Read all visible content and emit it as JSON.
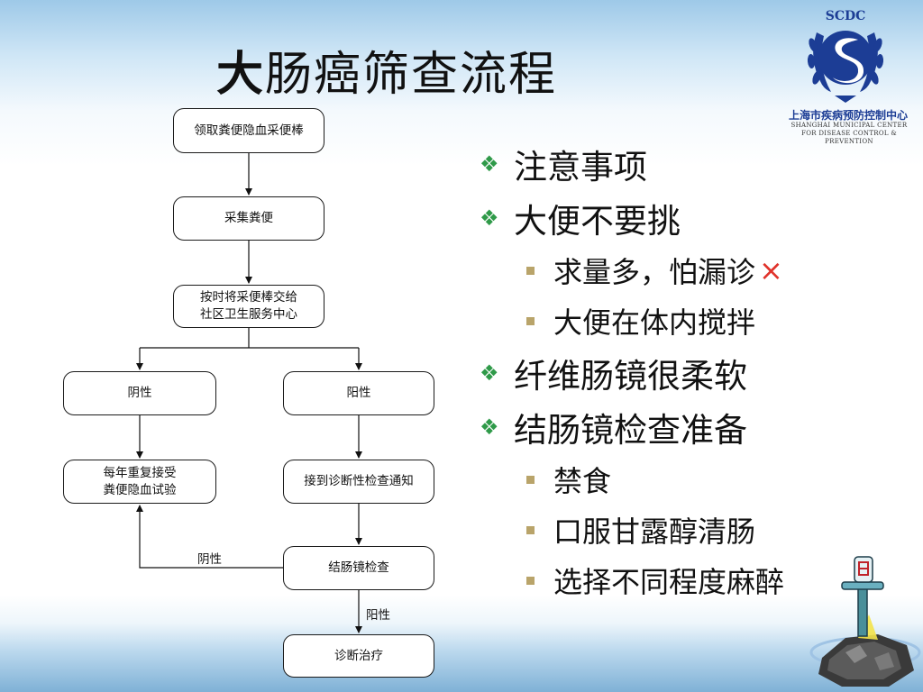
{
  "title": {
    "first": "大",
    "rest": "肠癌筛查流程"
  },
  "logo": {
    "abbr": "SCDC",
    "org_cn": "上海市疾病预防控制中心",
    "org_en_line1": "SHANGHAI MUNICIPAL CENTER",
    "org_en_line2": "FOR DISEASE CONTROL & PREVENTION"
  },
  "flowchart": {
    "nodes": {
      "n1": "领取粪便隐血采便棒",
      "n2": "采集粪便",
      "n3": "按时将采便棒交给\n社区卫生服务中心",
      "n4": "阴性",
      "n5": "阳性",
      "n6": "每年重复接受\n粪便隐血试验",
      "n7": "接到诊断性检查通知",
      "n8": "结肠镜检查",
      "n9": "诊断治疗"
    },
    "edge_labels": {
      "back_negative": "阴性",
      "down_positive": "阳性"
    }
  },
  "notes": {
    "marker_color": "#2f9a49",
    "sub_marker_color": "#b9a46a",
    "items": [
      {
        "text": "注意事项"
      },
      {
        "text": "大便不要挑",
        "subs": [
          {
            "text": "求量多，怕漏诊",
            "cross": "×"
          },
          {
            "text": "大便在体内搅拌"
          }
        ]
      },
      {
        "text": "纤维肠镜很柔软"
      },
      {
        "text": "结肠镜检查准备",
        "subs": [
          {
            "text": "禁食"
          },
          {
            "text": "口服甘露醇清肠"
          },
          {
            "text": "选择不同程度麻醉"
          }
        ]
      }
    ]
  }
}
